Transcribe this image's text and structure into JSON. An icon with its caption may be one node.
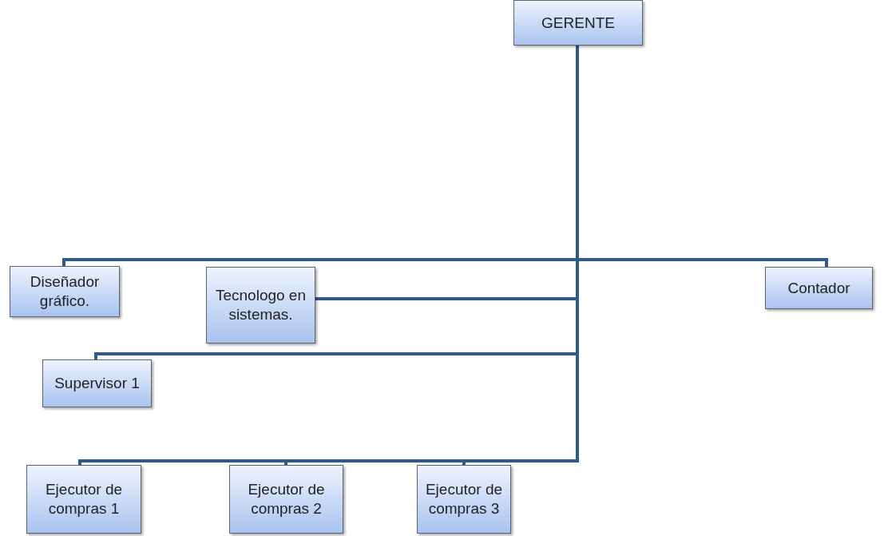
{
  "diagram": {
    "nodes": [
      {
        "text": [
          "GERENTE"
        ]
      },
      {
        "text": [
          "Diseñador gráfico."
        ]
      },
      {
        "text": [
          "Tecnologo en sistemas."
        ]
      },
      {
        "text": [
          "Contador"
        ]
      },
      {
        "text": [
          "Supervisor 1"
        ]
      },
      {
        "text": [
          "Ejecutor de compras 1"
        ]
      },
      {
        "text": [
          "Ejecutor de compras 2"
        ]
      },
      {
        "text": [
          "Ejecutor de compras 3"
        ]
      }
    ],
    "edges": [
      {
        "from": 0,
        "to": 1,
        "arrow": "none"
      },
      {
        "from": 0,
        "to": 2,
        "arrow": "none"
      },
      {
        "from": 0,
        "to": 3,
        "arrow": "none"
      },
      {
        "from": 0,
        "to": 4,
        "arrow": "none"
      },
      {
        "from": 0,
        "to": 5,
        "arrow": "none"
      },
      {
        "from": 0,
        "to": 6,
        "arrow": "none"
      },
      {
        "from": 0,
        "to": 7,
        "arrow": "none"
      }
    ]
  }
}
